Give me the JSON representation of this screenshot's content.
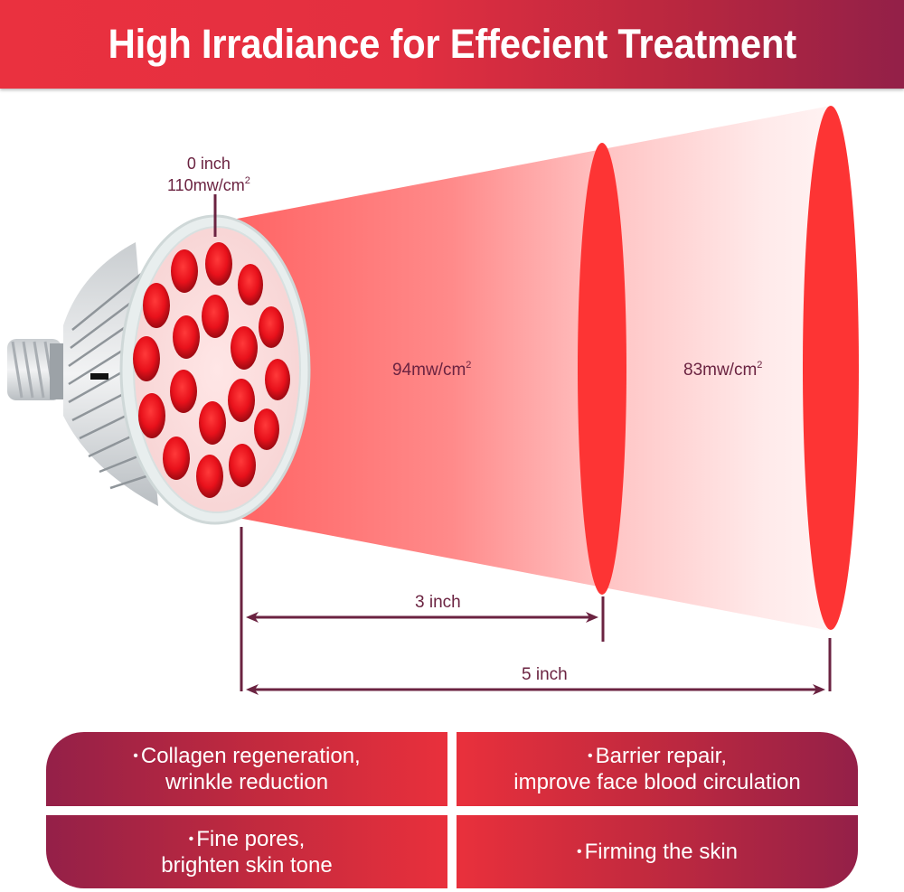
{
  "header": {
    "title": "High Irradiance for Effecient Treatment",
    "colors": {
      "left": "#ea313f",
      "right": "#932048"
    }
  },
  "diagram": {
    "device": "red-light-led-bulb",
    "led_count": 18,
    "origin": {
      "distance": "0 inch",
      "irradiance": "110mw/cm",
      "unit_superscript": "2"
    },
    "zones": [
      {
        "irradiance": "94mw/cm",
        "unit_superscript": "2",
        "distance_label": "3 inch"
      },
      {
        "irradiance": "83mw/cm",
        "unit_superscript": "2",
        "distance_label": "5 inch"
      }
    ],
    "colors": {
      "beam": "#ff6b6b",
      "target_disc": "#fd3434",
      "annotation": "#6b2341"
    }
  },
  "benefits": [
    {
      "bullet": "•",
      "lines": [
        "Collagen regeneration,",
        "wrinkle reduction"
      ]
    },
    {
      "bullet": "•",
      "lines": [
        "Barrier repair,",
        "improve face blood circulation"
      ]
    },
    {
      "bullet": "•",
      "lines": [
        "Fine pores,",
        "brighten skin tone"
      ]
    },
    {
      "bullet": "•",
      "lines": [
        "Firming the skin"
      ]
    }
  ]
}
